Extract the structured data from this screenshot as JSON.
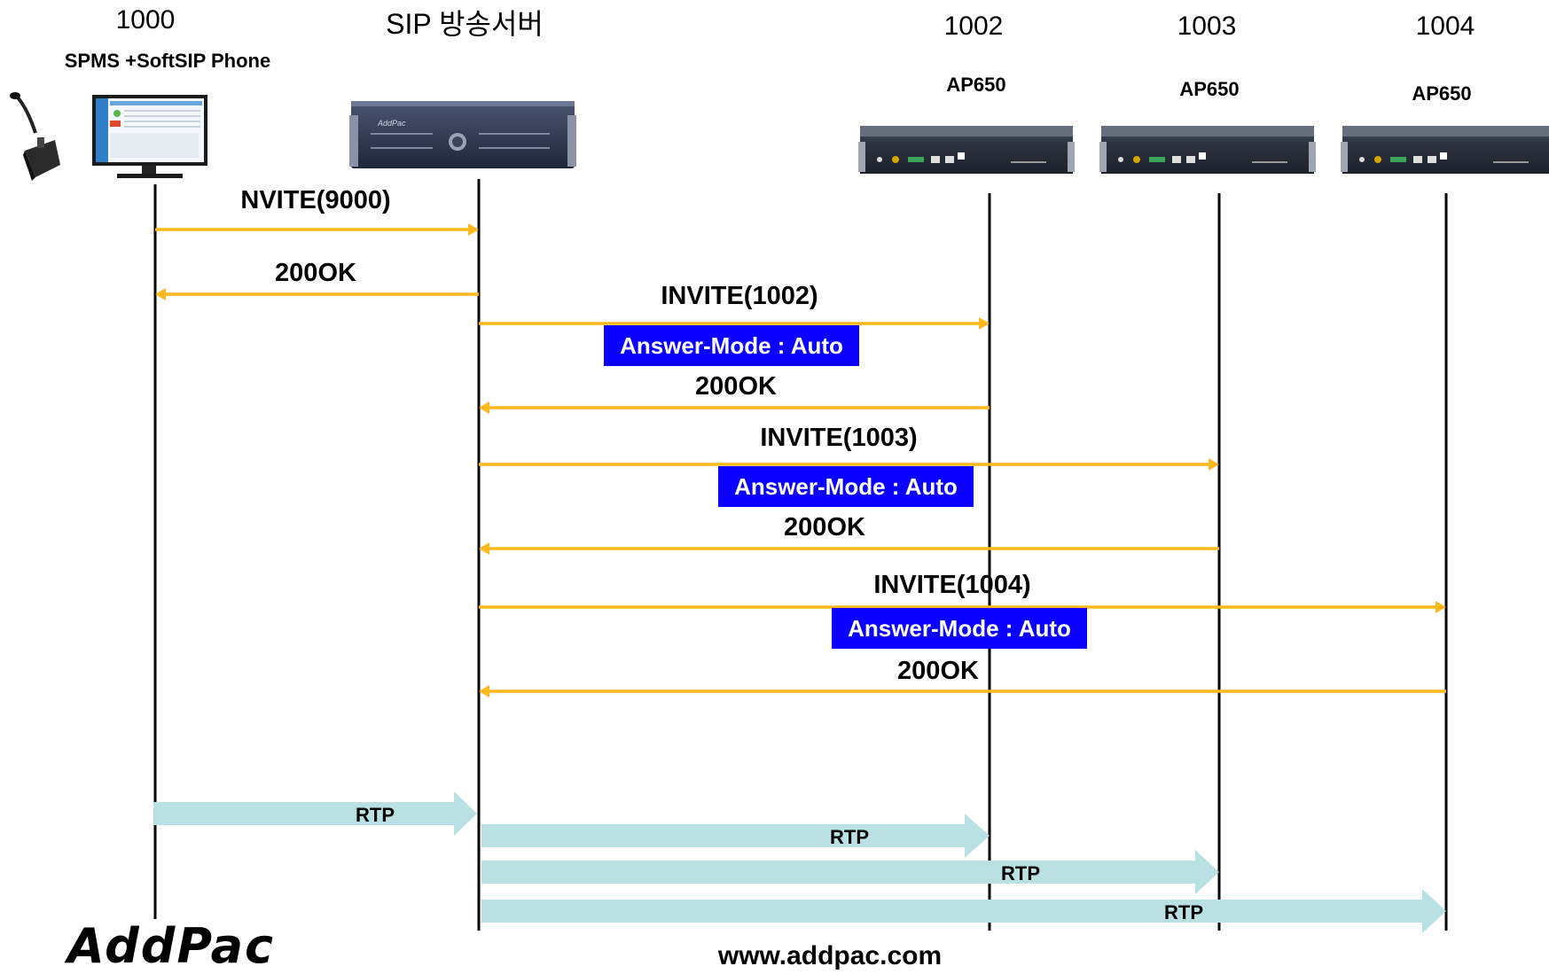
{
  "nodes": [
    {
      "number": "1000",
      "label": "SPMS +SoftSIP Phone"
    },
    {
      "title": "SIP 방송서버"
    },
    {
      "number": "1002",
      "label": "AP650"
    },
    {
      "number": "1003",
      "label": "AP650"
    },
    {
      "number": "1004",
      "label": "AP650"
    }
  ],
  "messages": [
    {
      "label": "NVITE(9000)"
    },
    {
      "label": "200OK"
    },
    {
      "label": "INVITE(1002)",
      "tag": "Answer-Mode : Auto"
    },
    {
      "label": "200OK"
    },
    {
      "label": "INVITE(1003)",
      "tag": "Answer-Mode : Auto"
    },
    {
      "label": "200OK"
    },
    {
      "label": "INVITE(1004)",
      "tag": "Answer-Mode : Auto"
    },
    {
      "label": "200OK"
    }
  ],
  "rtp_streams": [
    "RTP",
    "RTP",
    "RTP",
    "RTP"
  ],
  "device_badge": "AddPac",
  "footer": {
    "url": "www.addpac.com",
    "logo": "AddPac"
  },
  "colors": {
    "message_arrow": "#ffb81c",
    "rtp_arrow": "#b9e0e3",
    "mode_box": "#0b00ff"
  }
}
